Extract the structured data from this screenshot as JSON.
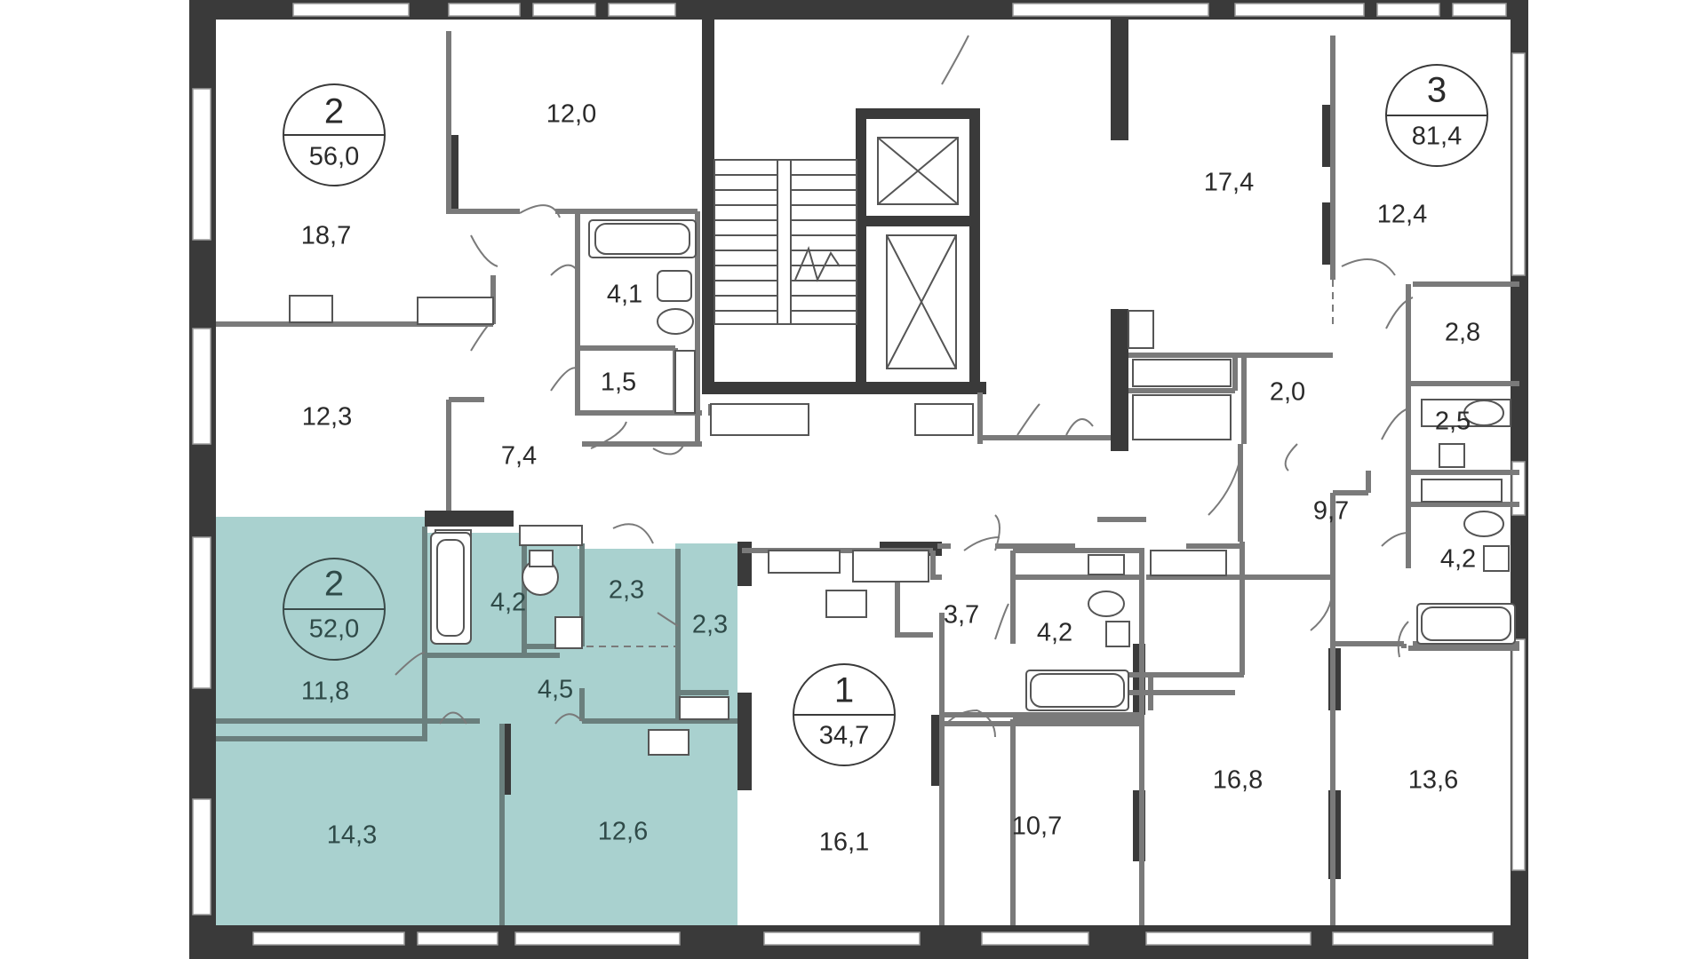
{
  "colors": {
    "wall": "#3a3a3a",
    "partition": "#7a7a7a",
    "highlight": "#a9d1cf",
    "window": "#ffffff",
    "background": "#ffffff"
  },
  "apartments": [
    {
      "id": "apt-a",
      "rooms": "2",
      "area": "56,0",
      "highlighted": false
    },
    {
      "id": "apt-b",
      "rooms": "3",
      "area": "81,4",
      "highlighted": false
    },
    {
      "id": "apt-c",
      "rooms": "2",
      "area": "52,0",
      "highlighted": true
    },
    {
      "id": "apt-d",
      "rooms": "1",
      "area": "34,7",
      "highlighted": false
    }
  ],
  "rooms": [
    "18,7",
    "12,0",
    "4,1",
    "1,5",
    "12,3",
    "7,4",
    "17,4",
    "12,4",
    "2,8",
    "2,5",
    "2,0",
    "9,7",
    "4,2",
    "11,8",
    "4,2",
    "2,3",
    "2,3",
    "4,5",
    "14,3",
    "12,6",
    "3,7",
    "4,2",
    "16,1",
    "10,7",
    "16,8",
    "13,6"
  ]
}
